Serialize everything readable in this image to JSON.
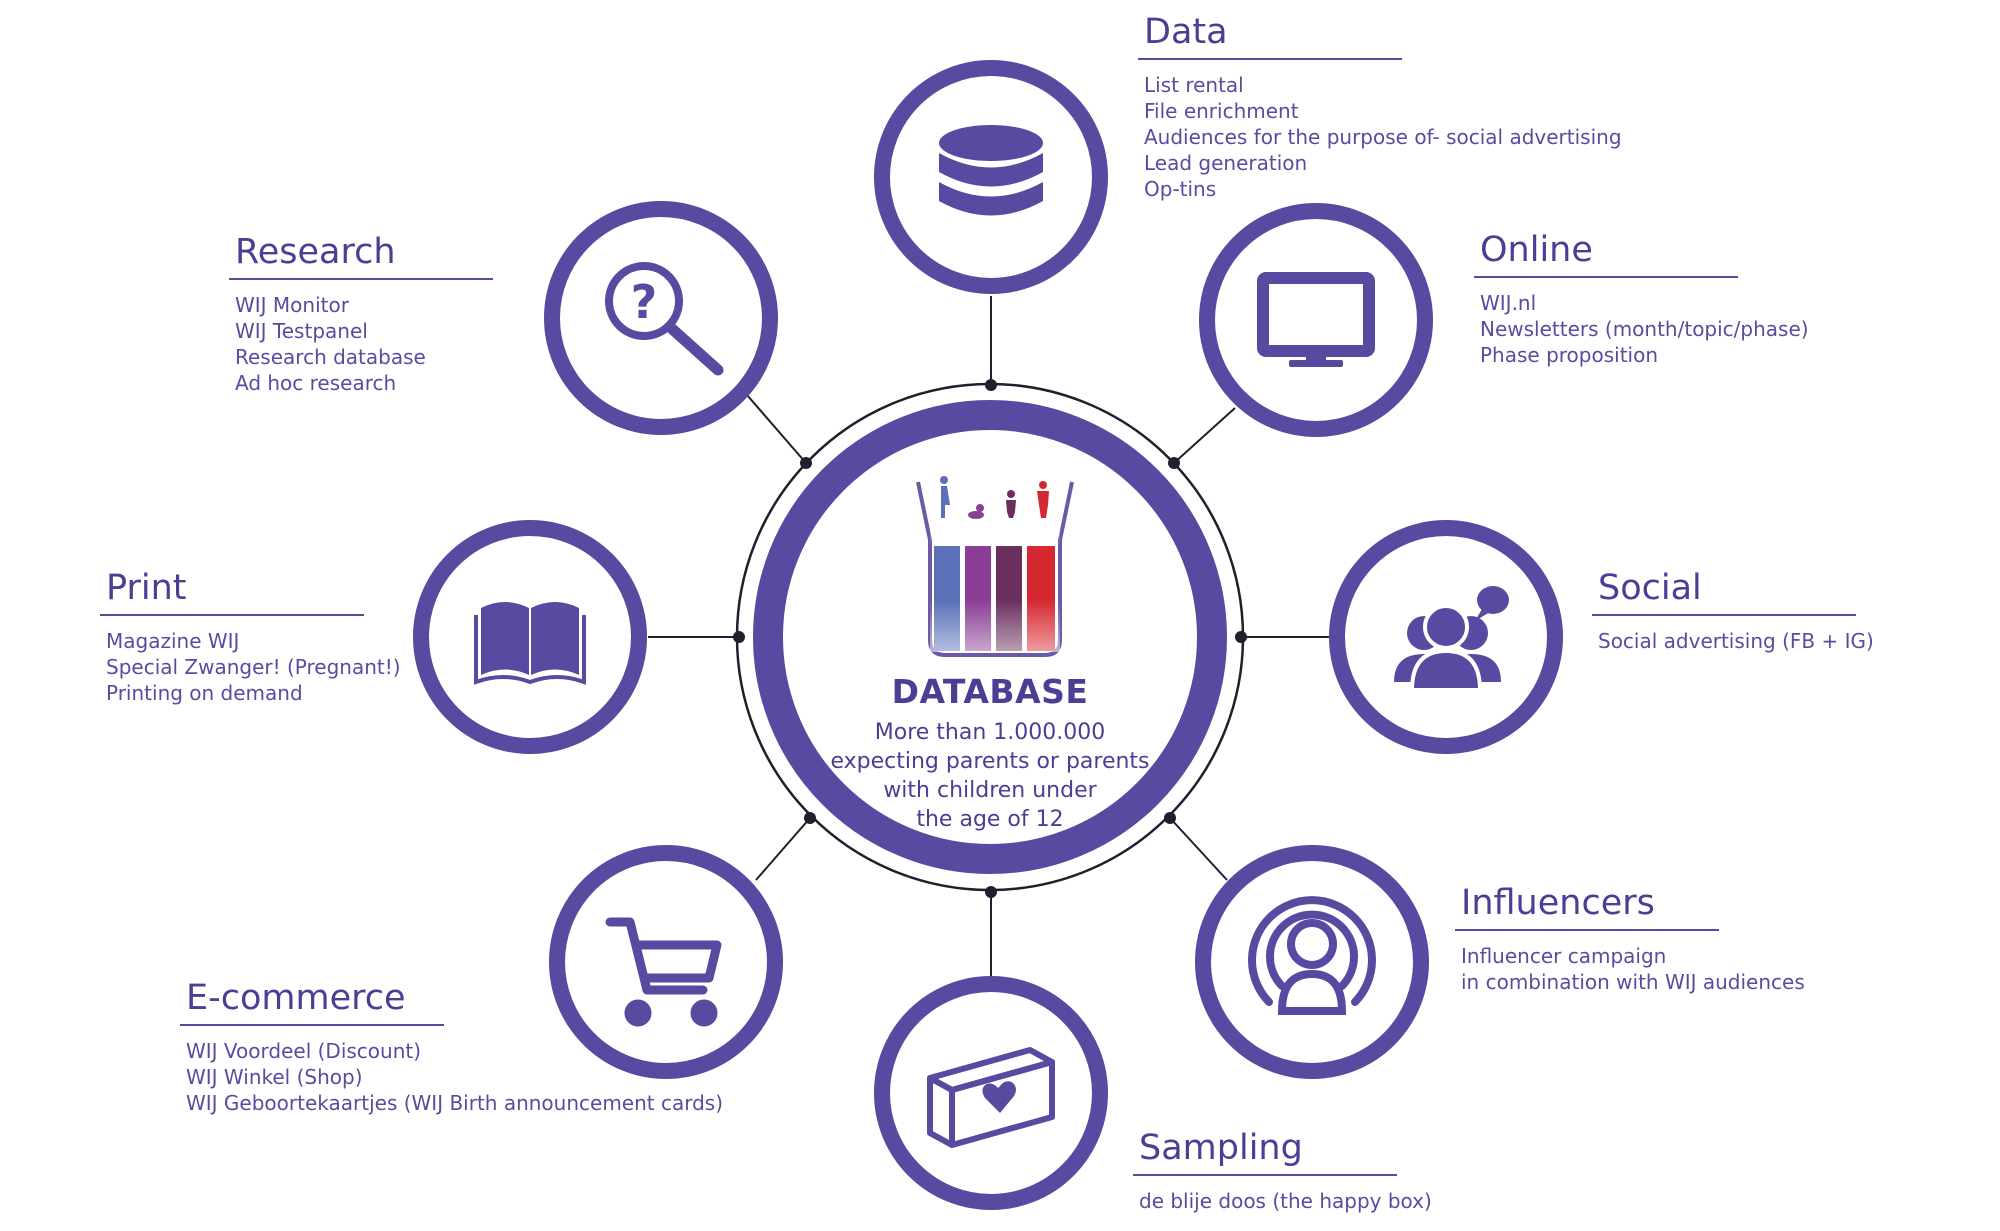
{
  "colors": {
    "primary": "#574aa0",
    "text": "#4a3f95",
    "blue": "#5b70b8",
    "purple": "#8a3e95",
    "plum": "#6b2f5e",
    "red": "#d62830"
  },
  "center": {
    "title": "DATABASE",
    "desc": [
      "More than 1.000.000",
      "expecting parents or parents",
      "with children under",
      "the age of 12"
    ],
    "icon": "database-jar-icon"
  },
  "sections": [
    {
      "key": "data",
      "title": "Data",
      "icon": "database-icon",
      "items": [
        "List rental",
        "File enrichment",
        "Audiences for the purpose of- social advertising",
        "Lead generation",
        "Op-tins"
      ]
    },
    {
      "key": "online",
      "title": "Online",
      "icon": "monitor-icon",
      "items": [
        "WIJ.nl",
        "Newsletters (month/topic/phase)",
        "Phase proposition"
      ]
    },
    {
      "key": "social",
      "title": "Social",
      "icon": "group-chat-icon",
      "items": [
        "Social advertising (FB + IG)"
      ]
    },
    {
      "key": "influencers",
      "title": "Influencers",
      "icon": "broadcast-person-icon",
      "items": [
        "Influencer campaign",
        "in combination with WIJ audiences"
      ]
    },
    {
      "key": "sampling",
      "title": "Sampling",
      "icon": "heart-box-icon",
      "items": [
        "de blije doos (the happy box)"
      ]
    },
    {
      "key": "ecommerce",
      "title": "E-commerce",
      "icon": "shopping-cart-icon",
      "items": [
        "WIJ Voordeel (Discount)",
        "WIJ Winkel (Shop)",
        "WIJ Geboortekaartjes (WIJ Birth announcement cards)"
      ]
    },
    {
      "key": "print",
      "title": "Print",
      "icon": "open-book-icon",
      "items": [
        "Magazine WIJ",
        "Special Zwanger! (Pregnant!)",
        "Printing on demand"
      ]
    },
    {
      "key": "research",
      "title": "Research",
      "icon": "magnifier-question-icon",
      "items": [
        "WIJ Monitor",
        "WIJ Testpanel",
        "Research database",
        "Ad hoc research"
      ]
    }
  ]
}
